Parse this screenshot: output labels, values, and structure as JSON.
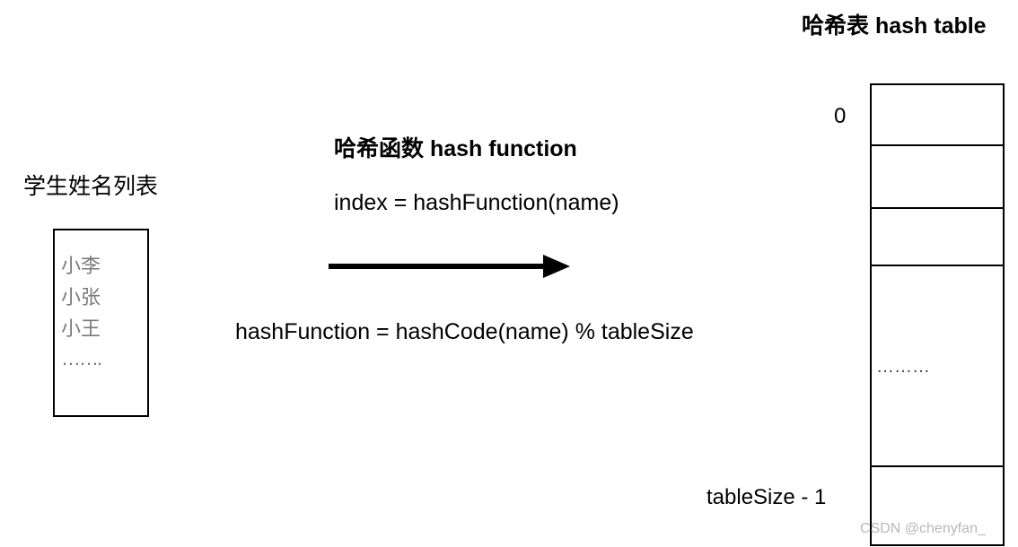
{
  "student_list": {
    "title": "学生姓名列表",
    "names": [
      "小李",
      "小张",
      "小王",
      "……."
    ]
  },
  "hash_function": {
    "title": "哈希函数 hash function",
    "index_expression": "index = hashFunction(name)",
    "definition": "hashFunction = hashCode(name) % tableSize"
  },
  "hash_table": {
    "title": "哈希表 hash table",
    "first_index_label": "0",
    "last_index_label": "tableSize - 1",
    "middle_ellipsis": "………"
  },
  "watermark": "CSDN @chenyfan_"
}
